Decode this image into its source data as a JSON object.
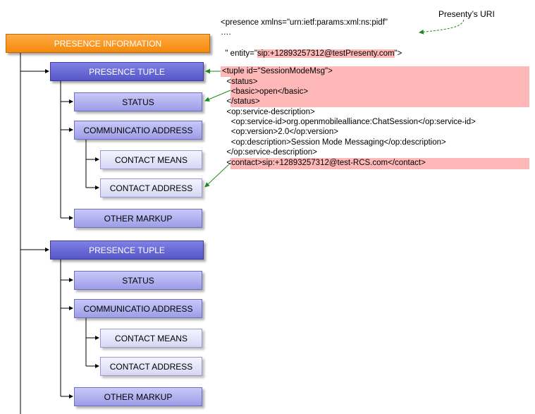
{
  "colors": {
    "root": "#f58a0c",
    "tuple": "#5656c8",
    "child": "#9d9de8",
    "leaf": "#d7d7f4",
    "highlight": "#ffb8b8",
    "arrow": "#1e8a1e"
  },
  "tree": {
    "root": "PRESENCE INFORMATION",
    "tuples": [
      {
        "label": "PRESENCE TUPLE",
        "status": "STATUS",
        "comm": "COMMUNICATIO ADDRESS",
        "means": "CONTACT MEANS",
        "address": "CONTACT ADDRESS",
        "markup": "OTHER MARKUP"
      },
      {
        "label": "PRESENCE TUPLE",
        "status": "STATUS",
        "comm": "COMMUNICATIO ADDRESS",
        "means": "CONTACT MEANS",
        "address": "CONTACT ADDRESS",
        "markup": "OTHER MARKUP"
      }
    ]
  },
  "xml": {
    "presence_line": "<presence xmlns=\"urn:ietf:params:xml:ns:pidf\"",
    "ellipsis": "….",
    "entity_prefix": "\" entity=\"",
    "entity_value": "sip:+12893257312@testPresenty.com",
    "entity_suffix": "\">",
    "uri_label": "Presenty’s URI",
    "lines": [
      "<tuple id=\"SessionModeMsg\">",
      "  <status>",
      "    <basic>open</basic>",
      "  </status>",
      "  <op:service-description>",
      "    <op:service-id>org.openmobilealliance:ChatSession</op:service-id>",
      "    <op:version>2.0</op:version>",
      "    <op:description>Session Mode Messaging</op:description>",
      "  </op:service-description>",
      "  <contact>sip:+12893257312@test-RCS.com</contact>"
    ]
  }
}
